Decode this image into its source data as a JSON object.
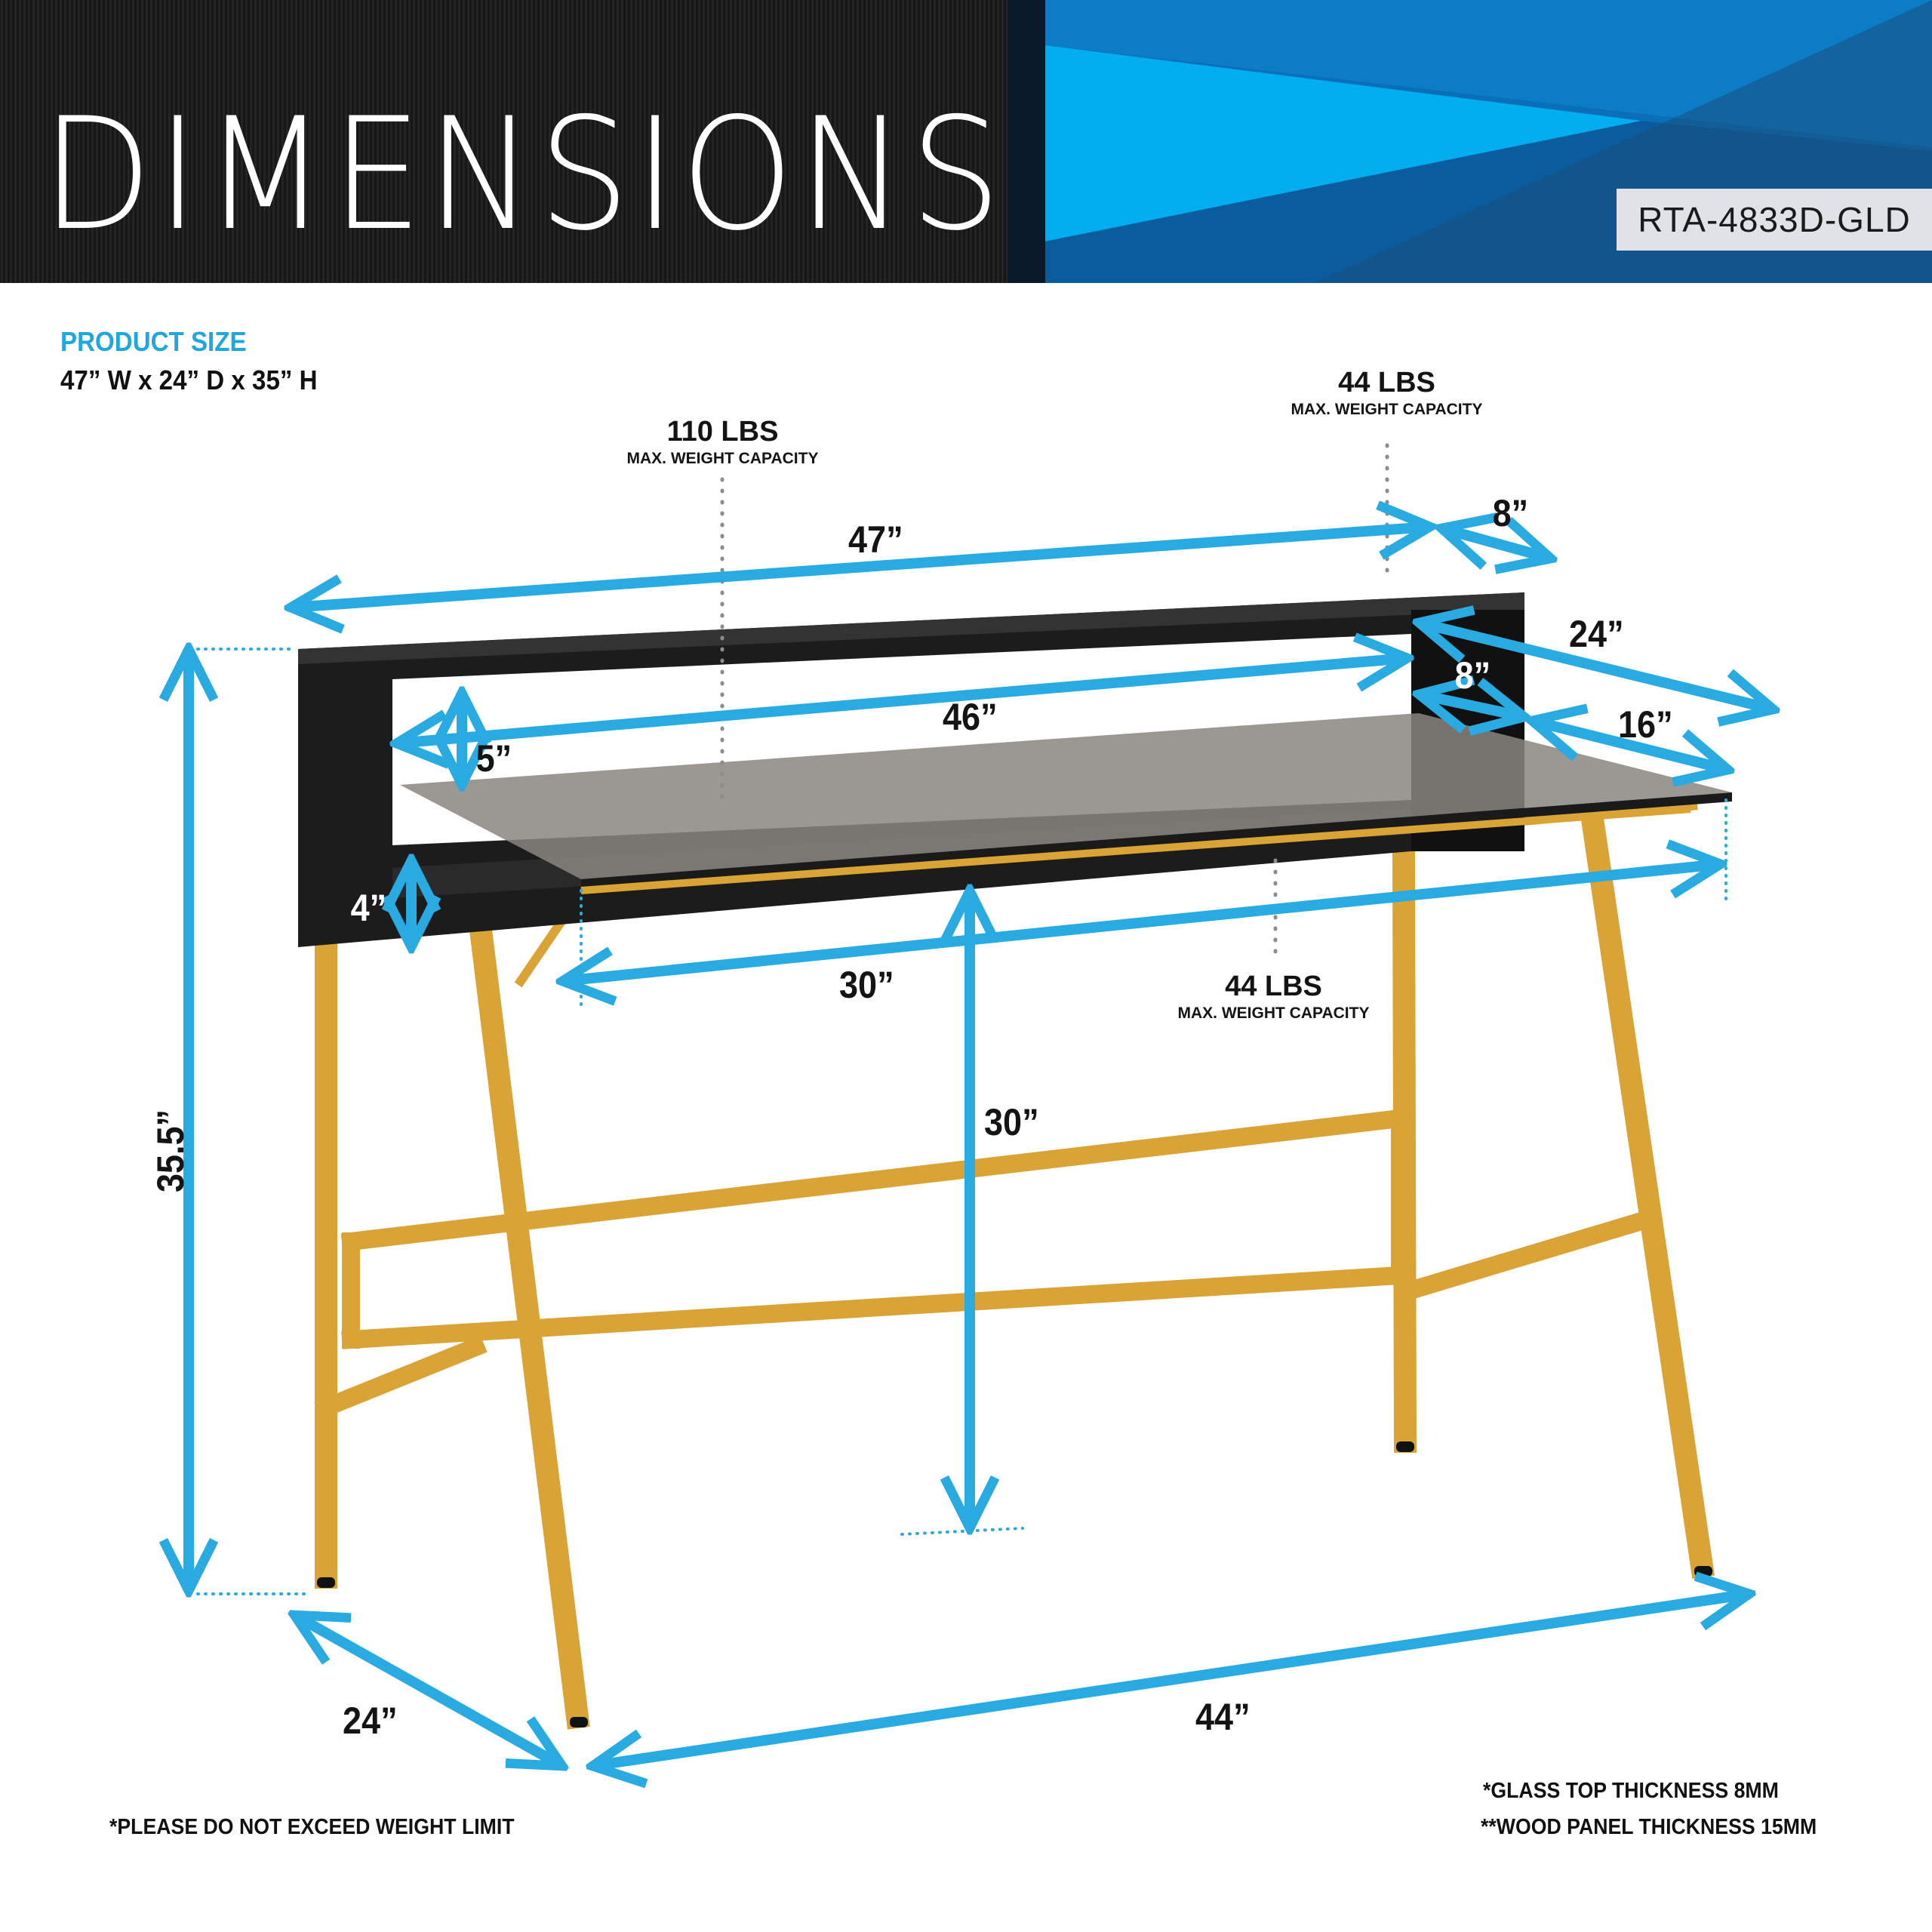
{
  "header": {
    "title": "DIMENSIONS",
    "model_number": "RTA-4833D-GLD"
  },
  "product_size": {
    "heading": "PRODUCT SIZE",
    "value": "47” W x 24” D x 35” H"
  },
  "weight_capacities": [
    {
      "value": "110 LBS",
      "label": "MAX. WEIGHT CAPACITY",
      "location": "glass desktop"
    },
    {
      "value": "44 LBS",
      "label": "MAX. WEIGHT CAPACITY",
      "location": "hutch top shelf"
    },
    {
      "value": "44 LBS",
      "label": "MAX. WEIGHT CAPACITY",
      "location": "lower wood shelf"
    }
  ],
  "dimensions": {
    "hutch_width": "47”",
    "hutch_depth_top": "8”",
    "overall_depth": "24”",
    "hutch_inner_width": "46”",
    "hutch_inner_depth": "8”",
    "desktop_open_depth": "16”",
    "hutch_opening_height": "5”",
    "lower_shelf_height": "4”",
    "glass_top_width": "30”",
    "desk_surface_height": "30”",
    "overall_height": "35.5”",
    "base_depth": "24”",
    "base_width": "44”"
  },
  "notes": {
    "weight_warning": "*PLEASE DO NOT EXCEED WEIGHT LIMIT",
    "glass_thickness": "*GLASS TOP THICKNESS 8MM",
    "wood_thickness": "**WOOD PANEL THICKNESS 15MM"
  },
  "colors": {
    "accent_blue": "#21a7e0",
    "header_dark": "#141414",
    "header_blue": "#0a77c4",
    "header_light_blue": "#00aeef",
    "gold_frame": "#d9a335",
    "wood_black": "#1c1c1c",
    "glass_smoke": "#8a8580"
  }
}
